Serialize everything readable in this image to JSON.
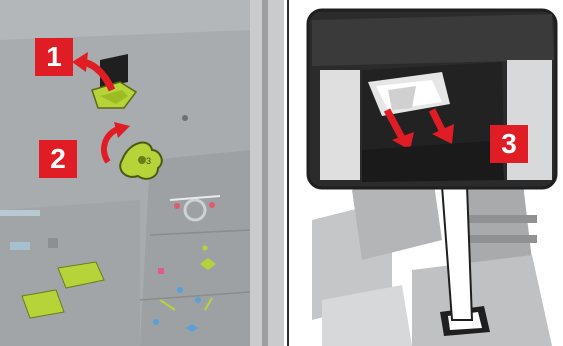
{
  "steps": [
    {
      "number": "1"
    },
    {
      "number": "2"
    },
    {
      "number": "3"
    }
  ],
  "colors": {
    "step_badge": "#e01c24",
    "arrow": "#e01c24",
    "highlight_green": "#b7d33a",
    "machine_dark": "#2b2b2b",
    "machine_gray": "#a9acaf"
  },
  "icons": [
    "turn-arrow-icon",
    "rotate-arrow-icon",
    "pull-out-arrow-icon"
  ]
}
